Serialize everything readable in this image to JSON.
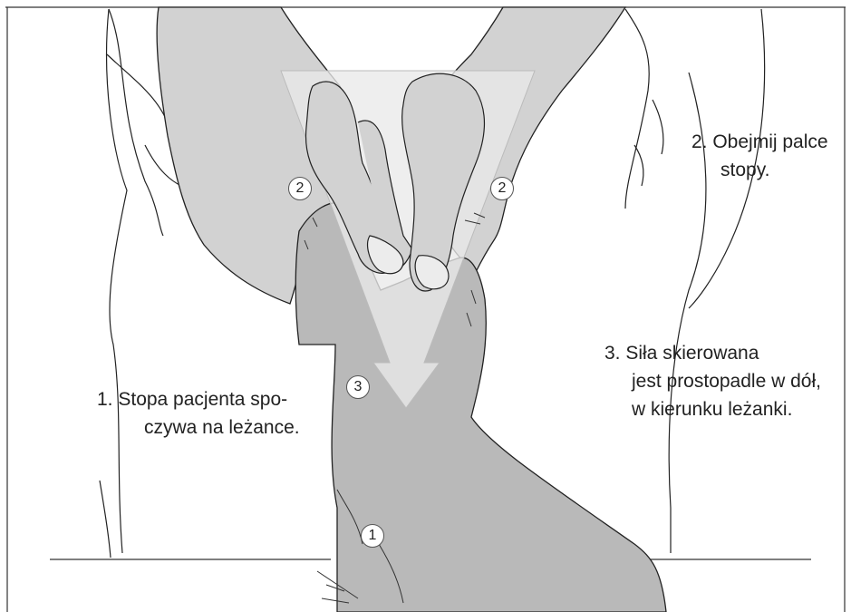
{
  "callouts": {
    "step1": {
      "number": "1",
      "line1": "1. Stopa pacjenta spo-",
      "line2": "czywa na leżance."
    },
    "step2": {
      "number": "2",
      "line1": "2. Obejmij palce",
      "line2": "stopy."
    },
    "step3": {
      "number": "3",
      "line1": "3. Siła skierowana",
      "line2": "jest prostopadle w dół,",
      "line3": "w kierunku leżanki."
    }
  },
  "colors": {
    "skin_fill": "#d2d2d2",
    "leg_fill": "#b9b9b9",
    "arrow_fill": "#e9e9e9",
    "outline": "#222222",
    "background": "#ffffff"
  }
}
